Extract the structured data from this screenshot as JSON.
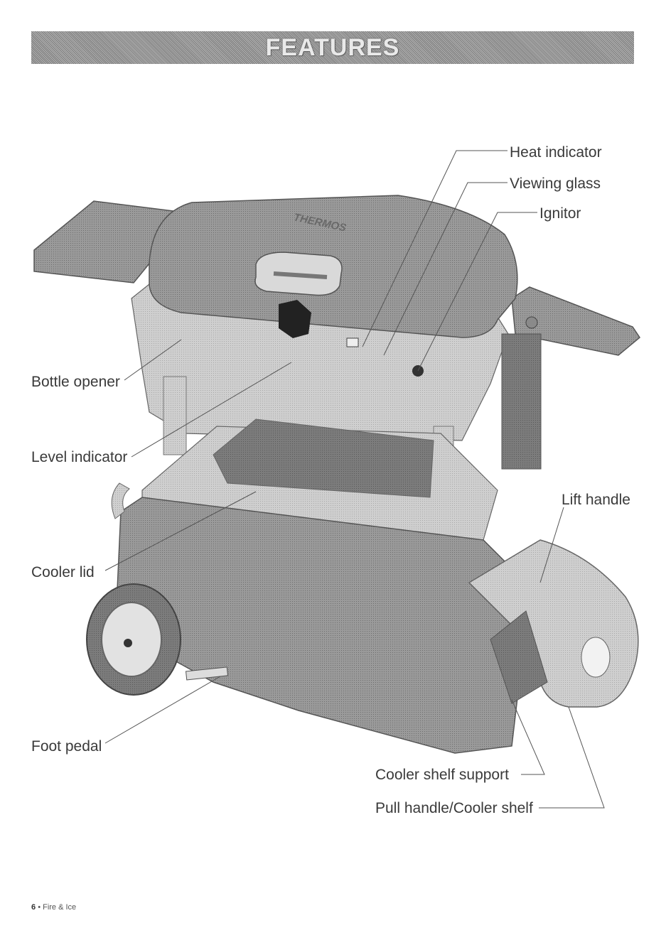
{
  "header": {
    "title": "FEATURES"
  },
  "illustration": {
    "brand_text": "THERMOS"
  },
  "labels": {
    "heat_indicator": "Heat indicator",
    "viewing_glass": "Viewing glass",
    "ignitor": "Ignitor",
    "bottle_opener": "Bottle opener",
    "level_indicator": "Level indicator",
    "lift_handle": "Lift handle",
    "cooler_lid": "Cooler lid",
    "foot_pedal": "Foot pedal",
    "cooler_shelf_support": "Cooler shelf support",
    "pull_handle_cooler_shelf": "Pull handle/Cooler shelf"
  },
  "footer": {
    "page_number": "6",
    "separator": "•",
    "title": "Fire & Ice"
  }
}
